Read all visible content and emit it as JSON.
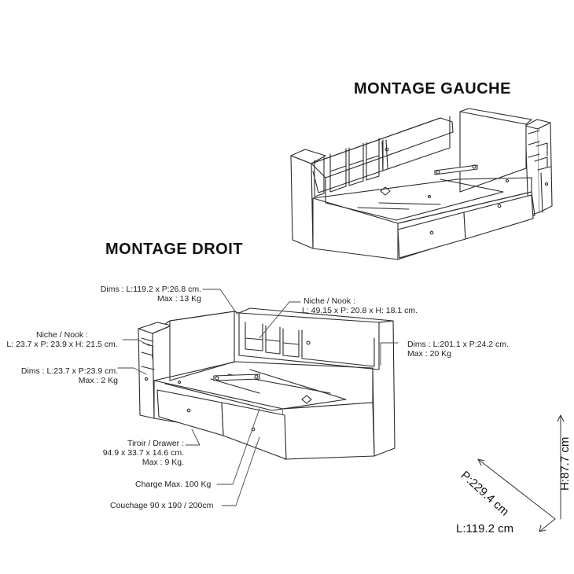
{
  "titles": {
    "left": "MONTAGE GAUCHE",
    "right": "MONTAGE DROIT"
  },
  "callouts": {
    "headboard": [
      "Dims : L:119.2 x P:26.8 cm.",
      "Max : 13 Kg"
    ],
    "nook_right": [
      "Niche / Nook :",
      "L: 49.15 x P: 20.8 x H: 18.1 cm."
    ],
    "nook_left": [
      "Niche / Nook :",
      "L: 23.7 x P: 23.9 x H: 21.5 cm."
    ],
    "shelf_right": [
      "Dims : L:201.1 x P:24.2 cm.",
      "Max : 20 Kg"
    ],
    "shelf_left": [
      "Dims : L:23.7 x P:23.9 cm.",
      "Max : 2 Kg"
    ],
    "drawer": [
      "Tiroir / Drawer :",
      "94.9 x 33.7 x 14.6 cm.",
      "Max : 9 Kg."
    ],
    "load": "Charge Max. 100 Kg",
    "sleeping": "Couchage 90 x 190 / 200cm"
  },
  "dimensions": {
    "depth": "P:229.4 cm",
    "height": "H:87.7 cm",
    "length": "L:119.2 cm"
  }
}
